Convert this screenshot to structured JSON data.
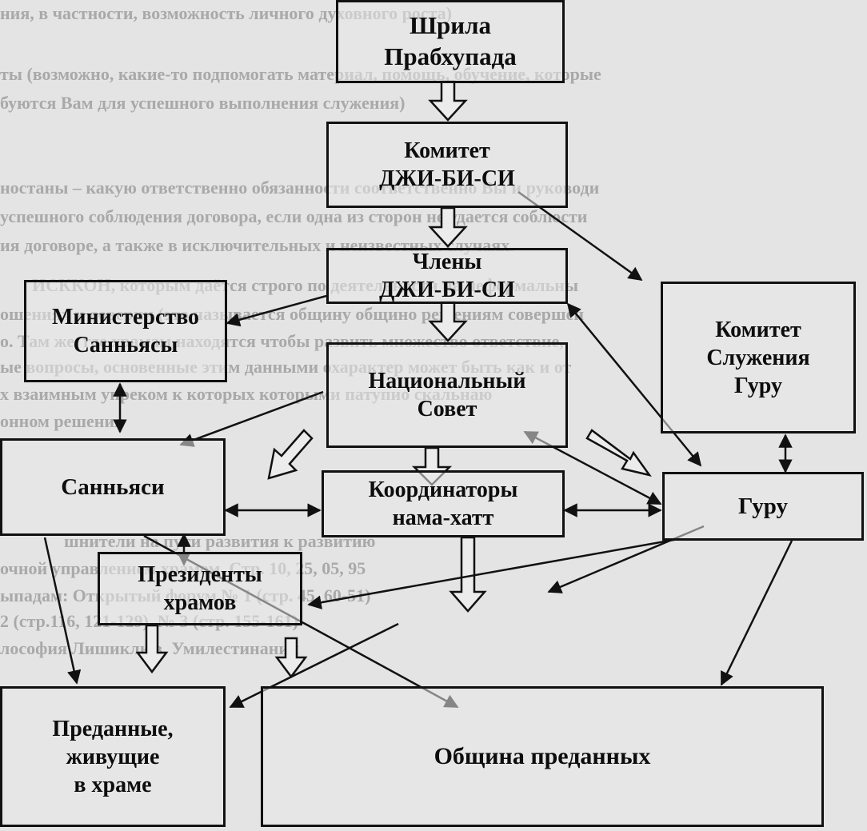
{
  "background_lines": [
    "ния, в частности, возможность личного духовного роста)",
    "ты (возможно, какие-то подпомогать материал, помощь, обучение, которые",
    "буются Вам для успешного выполнения служения)",
    "ностаны – какую ответственно обязанности соответственно Вы и руководи",
    "успешного соблюдения договора, если одна из сторон не удается соблюсти",
    "ия договоре, а также в исключительных и неизвестных случаях.",
    "ИСККОН, которым даётся строго по деятельности на неформальны",
    "ошениях и доверии (это называется общину общино решениям совершен",
    "о. Там же, где храмам находятся чтобы развить множество ответствие,",
    "ые вопросы, основенные этим данными охарактер может быть как и от",
    "х взаимным упреком к которых которыми патупио скальнаю",
    "онном решения",
    "",
    "",
    "",
    "шнители на пути развития к развитию",
    "очной управлением храмом. Стр. 10, 25, 05, 95",
    "ыпадам: Открытый форум № 1 (стр. 45, 60-51)",
    "2 (стр.116, 121-129), № 3 (стр. 155-161)",
    "лософия Лишиклюв. Умилестинании"
  ],
  "nodes": {
    "shrila": [
      "Шрила",
      "Прабхупада"
    ],
    "committee_gbc": [
      "Комитет",
      "ДЖИ-БИ-СИ"
    ],
    "members_gbc": [
      "Члены",
      "ДЖИ-БИ-СИ"
    ],
    "ministry_sannyasa": [
      "Министерство",
      "Санньясы"
    ],
    "guru_committee": [
      "Комитет",
      "Служения",
      "Гуру"
    ],
    "national_council": [
      "Национальный",
      "Совет"
    ],
    "sannyasi": [
      "Санньяси"
    ],
    "coordinators": [
      "Координаторы",
      "нама-хатт"
    ],
    "guru": [
      "Гуру"
    ],
    "temple_presidents": [
      "Президенты",
      "храмов"
    ],
    "temple_devotees": [
      "Преданные,",
      "живущие",
      "в храме"
    ],
    "community": [
      "Община преданных"
    ]
  }
}
